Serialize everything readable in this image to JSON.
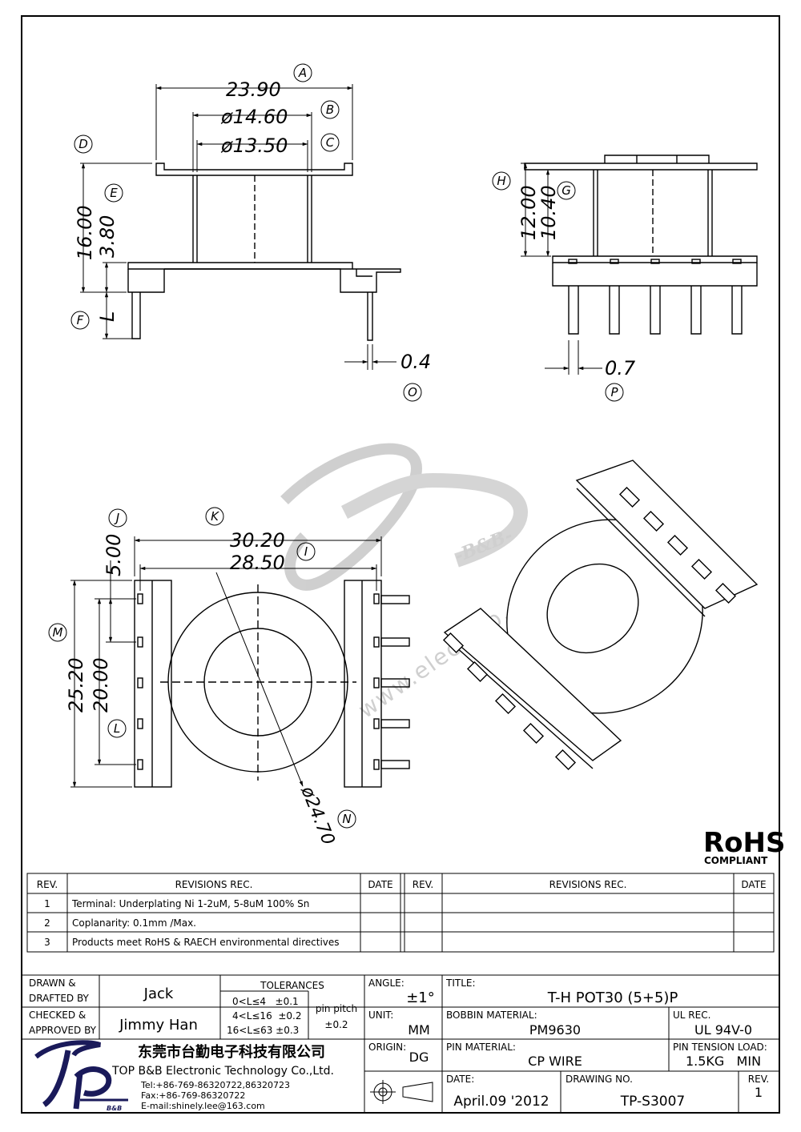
{
  "dimensions": {
    "a": "23.90",
    "b": "ø14.60",
    "c": "ø13.50",
    "h16": "16.00",
    "h3": "3.80",
    "L": "L",
    "o": "0.4",
    "h12": "12.00",
    "h10": "10.40",
    "p": "0.7",
    "k": "30.20",
    "i": "28.50",
    "j": "5.00",
    "m": "25.20",
    "l20": "20.00",
    "n": "ø24.70"
  },
  "callouts": {
    "A": "A",
    "B": "B",
    "C": "C",
    "D": "D",
    "E": "E",
    "F": "F",
    "G": "G",
    "H": "H",
    "I": "I",
    "J": "J",
    "K": "K",
    "L": "L",
    "M": "M",
    "N": "N",
    "O": "O",
    "P": "P"
  },
  "watermark": {
    "url": "www.elec-top.com",
    "brand": "-B&B-"
  },
  "rohs": {
    "logo": "RoHS",
    "sub": "COMPLIANT"
  },
  "revisions": {
    "headers": [
      "REV.",
      "REVISIONS REC.",
      "DATE",
      "REV.",
      "REVISIONS REC.",
      "DATE"
    ],
    "rows": [
      {
        "rev": "1",
        "text": "Terminal: Underplating Ni 1-2uM, 5-8uM 100% Sn"
      },
      {
        "rev": "2",
        "text": "Coplanarity: 0.1mm /Max."
      },
      {
        "rev": "3",
        "text": "Products meet RoHS & RAECH environmental directives"
      }
    ]
  },
  "title_block": {
    "drawn_label": "DRAWN &\nDRAFTED BY",
    "drawn_value": "Jack",
    "checked_label": "CHECKED &\nAPPROVED BY",
    "checked_value": "Jimmy Han",
    "tolerances_label": "TOLERANCES",
    "tol_rows": [
      "0<L≤4   ±0.1",
      "4<L≤16  ±0.2",
      "16<L≤63 ±0.3"
    ],
    "pin_pitch_label": "pin pitch",
    "pin_pitch_value": "±0.2",
    "angle_label": "ANGLE:",
    "angle_value": "±1°",
    "unit_label": "UNIT:",
    "unit_value": "MM",
    "origin_label": "ORIGIN:",
    "origin_value": "DG",
    "title_label": "TITLE:",
    "title_value": "T-H POT30 (5+5)P",
    "bobbin_label": "BOBBIN MATERIAL:",
    "bobbin_value": "PM9630",
    "ul_label": "UL REC.",
    "ul_value": "UL 94V-0",
    "pin_mat_label": "PIN MATERIAL:",
    "pin_mat_value": "CP WIRE",
    "tension_label": "PIN TENSION LOAD:",
    "tension_value": "1.5KG   MIN",
    "date_label": "DATE:",
    "date_value": "April.09 '2012",
    "drawing_label": "DRAWING NO.",
    "drawing_value": "TP-S3007",
    "rev_label": "REV.",
    "rev_value": "1",
    "company_cn": "东莞市台勤电子科技有限公司",
    "company_en": "TOP B&B Electronic Technology Co.,Ltd.",
    "tel": "Tel:+86-769-86320722,86320723",
    "fax": "Fax:+86-769-86320722",
    "email": "E-mail:shinely.lee@163.com",
    "logo_sub": "B&B"
  }
}
